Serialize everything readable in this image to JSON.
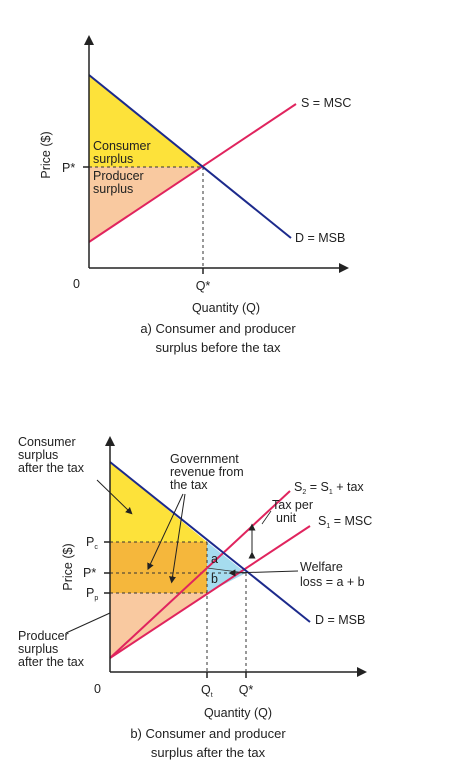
{
  "panel_a": {
    "caption_line1": "a) Consumer and producer",
    "caption_line2": "surplus before the tax",
    "y_axis_label": "Price ($)",
    "x_axis_label": "Quantity (Q)",
    "origin_label": "0",
    "price_label": "P*",
    "quantity_label": "Q*",
    "supply_label": "S = MSC",
    "demand_label": "D = MSB",
    "consumer_surplus_line1": "Consumer",
    "consumer_surplus_line2": "surplus",
    "producer_surplus_line1": "Producer",
    "producer_surplus_line2": "surplus"
  },
  "panel_b": {
    "caption_line1": "b) Consumer and producer",
    "caption_line2": "surplus after the tax",
    "y_axis_label": "Price ($)",
    "x_axis_label": "Quantity (Q)",
    "origin_label": "0",
    "pc_main": "P",
    "pc_sub": "c",
    "pstar_label": "P*",
    "pp_main": "P",
    "pp_sub": "p",
    "qt_main": "Q",
    "qt_sub": "t",
    "qstar_label": "Q*",
    "consumer_after_line1": "Consumer",
    "consumer_after_line2": "surplus",
    "consumer_after_line3": "after the tax",
    "producer_after_line1": "Producer",
    "producer_after_line2": "surplus",
    "producer_after_line3": "after the tax",
    "gov_rev_line1": "Government",
    "gov_rev_line2": "revenue from",
    "gov_rev_line3": "the tax",
    "s2_main": "S",
    "s2_sub": "2",
    "s2_mid": " = S",
    "s2_sub2": "1",
    "s2_tail": " + tax",
    "s1_main": "S",
    "s1_sub": "1",
    "s1_tail": " = MSC",
    "tax_per_line1": "Tax per",
    "tax_per_line2": "unit",
    "welfare_line1": "Welfare",
    "welfare_line2": "loss = a + b",
    "area_a": "a",
    "area_b": "b",
    "demand_label": "D = MSB"
  },
  "colors": {
    "consumer_surplus": "#fde23a",
    "producer_surplus": "#f9c9a0",
    "gov_revenue": "#f5b73c",
    "welfare_loss": "#a6dcef",
    "supply_line": "#e0245e",
    "demand_line": "#1c2a8c",
    "axis": "#222222"
  }
}
